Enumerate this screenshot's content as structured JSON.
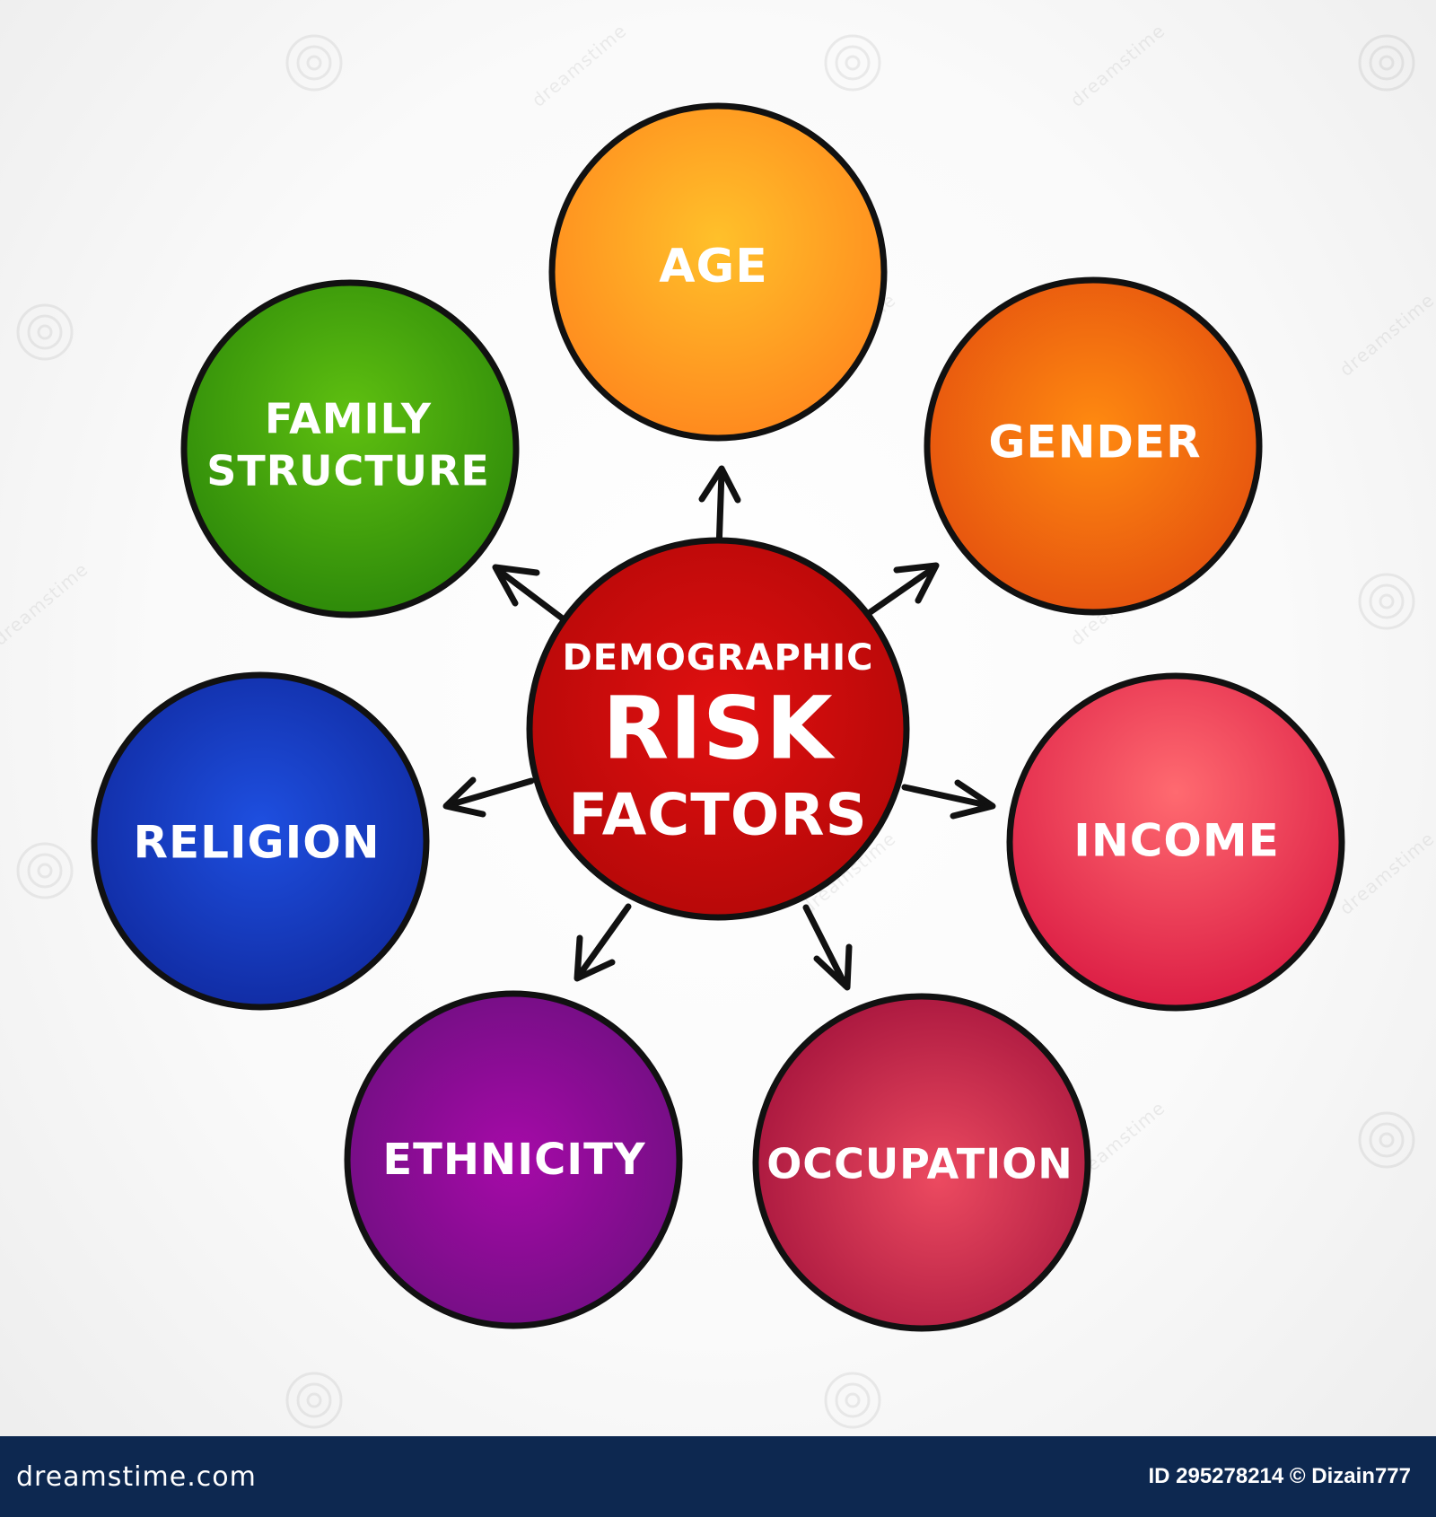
{
  "center": {
    "line1": "DEMOGRAPHIC",
    "line2": "RISK",
    "line3": "FACTORS",
    "color": "#cc0a0a"
  },
  "nodes": [
    {
      "id": "age",
      "label_lines": [
        "AGE"
      ],
      "color": "#ff9a1a"
    },
    {
      "id": "gender",
      "label_lines": [
        "GENDER"
      ],
      "color": "#f06812"
    },
    {
      "id": "income",
      "label_lines": [
        "INCOME"
      ],
      "color": "#e8304e"
    },
    {
      "id": "occupation",
      "label_lines": [
        "OCCUPATION"
      ],
      "color": "#c2254d"
    },
    {
      "id": "ethnicity",
      "label_lines": [
        "ETHNICITY"
      ],
      "color": "#8c0c92"
    },
    {
      "id": "religion",
      "label_lines": [
        "RELIGION"
      ],
      "color": "#1436b4"
    },
    {
      "id": "family-structure",
      "label_lines": [
        "FAMILY",
        "STRUCTURE"
      ],
      "color": "#4aa30c"
    }
  ],
  "watermark": {
    "text": "dreamstime"
  },
  "footer": {
    "site": "dreamstime.com",
    "credit": "ID 295278214 © Dizain777"
  }
}
